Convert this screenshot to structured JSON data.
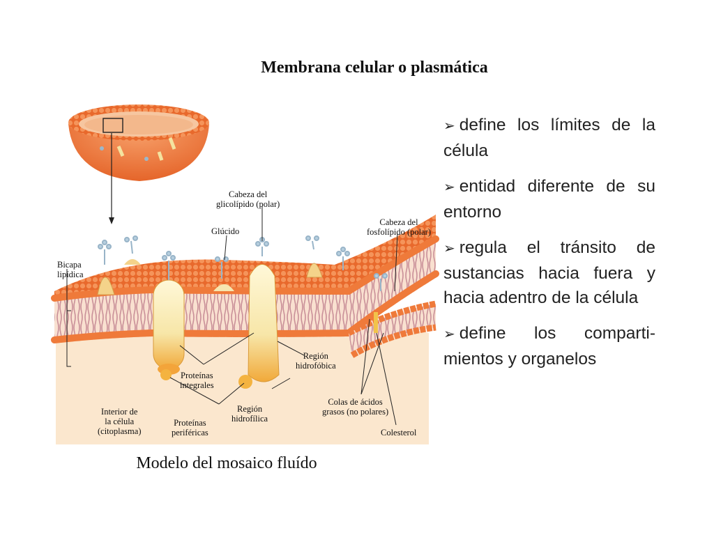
{
  "title": "Membrana celular o plasmática",
  "caption": "Modelo del mosaico fluído",
  "bullet_marker": "➢",
  "bullets": [
    "define los límites de la célula",
    "entidad diferente de su entorno",
    "regula el tránsito de sustancias hacia fuera y hacia adentro de la célula",
    "define los comparti-mientos y organelos"
  ],
  "labels": {
    "bicapa": [
      "Bicapa",
      "lipídica"
    ],
    "cabeza_glicolipido": [
      "Cabeza del",
      "glicolípido (polar)"
    ],
    "glucido": "Glúcido",
    "cabeza_fosfolipido": [
      "Cabeza del",
      "fosfolípido (polar)"
    ],
    "proteinas_integrales": [
      "Proteínas",
      "integrales"
    ],
    "region_hidrofobica": [
      "Región",
      "hidrofóbica"
    ],
    "interior": [
      "Interior de",
      "la célula",
      "(citoplasma)"
    ],
    "proteinas_perifericas": [
      "Proteínas",
      "periféricas"
    ],
    "region_hidrofilica": [
      "Región",
      "hidrofílica"
    ],
    "colas": [
      "Colas de ácidos",
      "grasos (no polares)"
    ],
    "colesterol": "Colesterol"
  },
  "colors": {
    "membrane_orange": "#ef7a3a",
    "head_orange": "#f08a4a",
    "interior_peach": "#fbe3c4",
    "tail_pink": "#d9a0a8",
    "protein_cream": "#f6e9b8",
    "protein_yellow": "#f3b94a",
    "glyco_blue": "#a9c3d6"
  }
}
